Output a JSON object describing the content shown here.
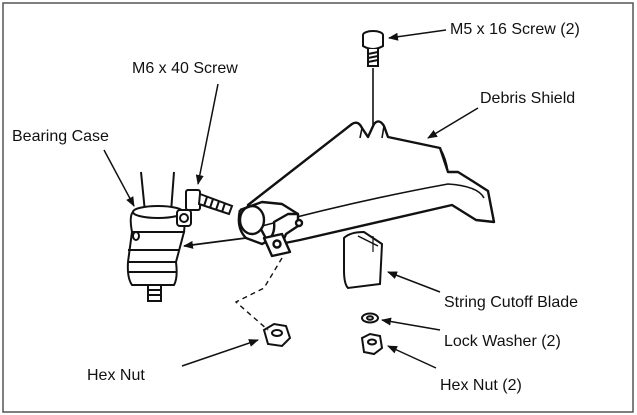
{
  "labels": {
    "m5_screw": "M5 x 16 Screw (2)",
    "m6_screw": "M6 x 40 Screw",
    "debris_shield": "Debris Shield",
    "bearing_case": "Bearing Case",
    "string_cutoff_blade": "String Cutoff Blade",
    "lock_washer": "Lock Washer (2)",
    "hex_nut": "Hex Nut",
    "hex_nut_2": "Hex Nut (2)"
  },
  "colors": {
    "line": "#111111",
    "frame_border": "#555555",
    "background": "#ffffff"
  },
  "icons": [
    "m5-screw-icon",
    "m6-screw-icon",
    "bearing-case-icon",
    "debris-shield-icon",
    "string-cutoff-blade-icon",
    "lock-washer-icon",
    "hex-nut-icon"
  ]
}
